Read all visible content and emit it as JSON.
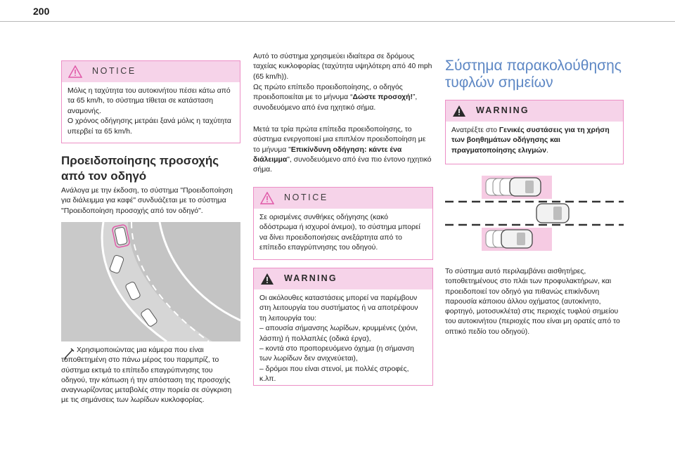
{
  "page": {
    "number": "200"
  },
  "col1": {
    "notice": {
      "title": "NOTICE",
      "line1": "Μόλις η ταχύτητα του αυτοκινήτου πέσει κάτω από τα 65 km/h, το σύστημα τίθεται σε κατάσταση αναμονής.",
      "line2": "Ο χρόνος οδήγησης μετράει ξανά μόλις η ταχύτητα υπερβεί τα 65 km/h."
    },
    "heading": "Προειδοποίησης προσοχής από τον οδηγό",
    "intro": "Ανάλογα με την έκδοση, το σύστημα \"Προειδοποίηση για διάλειμμα για καφέ\" συνδυάζεται με το σύστημα \"Προειδοποίηση προσοχής από τον οδηγό\".",
    "tip": "Χρησιμοποιώντας μια κάμερα που είναι τοποθετημένη στο πάνω μέρος του παρμπρίζ, το σύστημα εκτιμά το επίπεδο επαγρύπνησης του οδηγού, την κόπωση ή την απόσταση της προσοχής αναγνωρίζοντας μεταβολές στην πορεία σε σύγκριση με τις σημάνσεις των λωρίδων κυκλοφορίας."
  },
  "col2": {
    "para_a": "Αυτό το σύστημα χρησιμεύει ιδιαίτερα σε δρόμους ταχείας κυκλοφορίας (ταχύτητα υψηλότερη από 40 mph (65 km/h)).",
    "para_b1": "Ως πρώτο επίπεδο προειδοποίησης, ο οδηγός προειδοποιείται με το μήνυμα “",
    "para_b_bold": "Δώστε προσοχή!",
    "para_b2": "”, συνοδευόμενο από ένα ηχητικό σήμα.",
    "para_c1": "Μετά τα τρία πρώτα επίπεδα προειδοποίησης, το σύστημα ενεργοποιεί μια επιπλέον προειδοποίηση με το μήνυμα \"",
    "para_c_bold": "Επικίνδυνη οδήγηση: κάντε ένα διάλειμμα",
    "para_c2": "\", συνοδευόμενο από ένα πιο έντονο ηχητικό σήμα.",
    "notice": {
      "title": "NOTICE",
      "body": "Σε ορισμένες συνθήκες οδήγησης (κακό οδόστρωμα ή ισχυροί άνεμοι), το σύστημα μπορεί να δίνει προειδοποιήσεις ανεξάρτητα από το επίπεδο επαγρύπνησης του οδηγού."
    },
    "warning": {
      "title": "WARNING",
      "intro": "Οι ακόλουθες καταστάσεις μπορεί να παρέμβουν στη λειτουργία του συστήματος ή να αποτρέψουν τη λειτουργία του:",
      "item1": "–  απουσία σήμανσης λωρίδων, κρυμμένες (χιόνι, λάσπη) ή πολλαπλές (οδικά έργα),",
      "item2": "–  κοντά στο προπορευόμενο όχημα (η σήμανση των λωρίδων δεν ανιχνεύεται),",
      "item3": "–  δρόμοι που είναι στενοί, με πολλές στροφές, κ.λπ."
    }
  },
  "col3": {
    "heading": "Σύστημα παρακολούθησης τυφλών σημείων",
    "warning": {
      "title": "WARNING",
      "pre": "Ανατρέξτε στο ",
      "bold": "Γενικές συστάσεις για τη χρήση των βοηθημάτων οδήγησης και πραγματοποίησης ελιγμών",
      "post": "."
    },
    "body": "Το σύστημα αυτό περιλαμβάνει αισθητήρες, τοποθετημένους στο πλάι των προφυλακτήρων, και προειδοποιεί τον οδηγό για πιθανώς επικίνδυνη παρουσία κάποιου άλλου οχήματος (αυτοκίνητο, φορτηγό, μοτοσυκλέτα) στις περιοχές τυφλού σημείου του αυτοκινήτου (περιοχές που είναι μη ορατές από το οπτικό πεδίο του οδηγού)."
  },
  "colors": {
    "callout_border": "#ec8fc6",
    "callout_head": "#f6d3e9",
    "heading_blue": "#5d87c4",
    "zone_pink": "#f3b9da"
  },
  "icons": [
    "warning-triangle-icon",
    "tip-pen-icon"
  ]
}
